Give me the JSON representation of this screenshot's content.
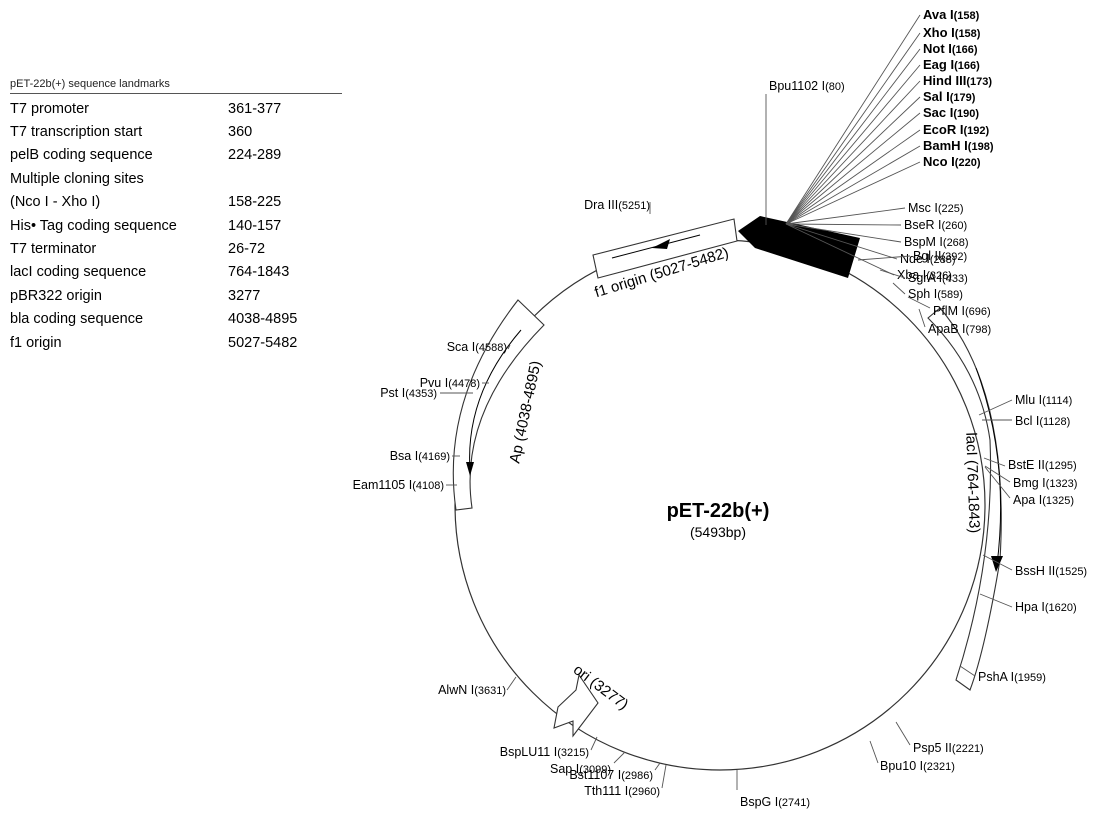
{
  "landmarks": {
    "caption": "pET-22b(+) sequence landmarks",
    "rows": [
      {
        "name": "T7 promoter",
        "value": "361-377"
      },
      {
        "name": "T7 transcription start",
        "value": "360"
      },
      {
        "name": "pelB coding sequence",
        "value": "224-289"
      },
      {
        "name": "Multiple cloning sites",
        "value": ""
      },
      {
        "name": "(Nco I - Xho I)",
        "value": "158-225"
      },
      {
        "name": "His• Tag coding sequence",
        "value": "140-157"
      },
      {
        "name": "T7 terminator",
        "value": "26-72"
      },
      {
        "name": "lacI coding sequence",
        "value": "764-1843"
      },
      {
        "name": "pBR322 origin",
        "value": "3277"
      },
      {
        "name": "bla coding sequence",
        "value": "4038-4895"
      },
      {
        "name": "f1 origin",
        "value": "5027-5482"
      }
    ]
  },
  "plasmid": {
    "name": "pET-22b(+)",
    "size": "(5493bp)"
  },
  "features": [
    {
      "label": "f1 origin (5027-5482)"
    },
    {
      "label": "Ap (4038-4895)"
    },
    {
      "label": "lacI (764-1843)"
    },
    {
      "label": "ori (3277)"
    }
  ],
  "sites_fan": [
    {
      "name": "Ava I",
      "pos": "(158)",
      "bold": true
    },
    {
      "name": "Xho I",
      "pos": "(158)",
      "bold": true
    },
    {
      "name": "Not I",
      "pos": "(166)",
      "bold": true
    },
    {
      "name": "Eag I",
      "pos": "(166)",
      "bold": true
    },
    {
      "name": "Hind III",
      "pos": "(173)",
      "bold": true
    },
    {
      "name": "Sal I",
      "pos": "(179)",
      "bold": true
    },
    {
      "name": "Sac I",
      "pos": "(190)",
      "bold": true
    },
    {
      "name": "EcoR I",
      "pos": "(192)",
      "bold": true
    },
    {
      "name": "BamH I",
      "pos": "(198)",
      "bold": true
    },
    {
      "name": "Nco I",
      "pos": "(220)",
      "bold": true
    },
    {
      "name": "Msc I",
      "pos": "(225)",
      "bold": false
    },
    {
      "name": "BseR I",
      "pos": "(260)",
      "bold": false
    },
    {
      "name": "BspM I",
      "pos": "(268)",
      "bold": false
    },
    {
      "name": "Nde I",
      "pos": "(288)",
      "bold": false
    },
    {
      "name": "Xba I",
      "pos": "(326)",
      "bold": false
    }
  ],
  "sites": [
    {
      "name": "Bpu1102 I",
      "pos": "(80)"
    },
    {
      "name": "Bgl II",
      "pos": "(392)"
    },
    {
      "name": "SgrA I",
      "pos": "(433)"
    },
    {
      "name": "Sph I",
      "pos": "(589)"
    },
    {
      "name": "PflM I",
      "pos": "(696)"
    },
    {
      "name": "ApaB I",
      "pos": "(798)"
    },
    {
      "name": "Mlu I",
      "pos": "(1114)"
    },
    {
      "name": "Bcl I",
      "pos": "(1128)"
    },
    {
      "name": "BstE II",
      "pos": "(1295)"
    },
    {
      "name": "Bmg I",
      "pos": "(1323)"
    },
    {
      "name": "Apa I",
      "pos": "(1325)"
    },
    {
      "name": "BssH II",
      "pos": "(1525)"
    },
    {
      "name": "Hpa I",
      "pos": "(1620)"
    },
    {
      "name": "PshA I",
      "pos": "(1959)"
    },
    {
      "name": "Psp5 II",
      "pos": "(2221)"
    },
    {
      "name": "Bpu10 I",
      "pos": "(2321)"
    },
    {
      "name": "BspG I",
      "pos": "(2741)"
    },
    {
      "name": "Tth111 I",
      "pos": "(2960)"
    },
    {
      "name": "Bst1107 I",
      "pos": "(2986)"
    },
    {
      "name": "Sap I",
      "pos": "(3099)"
    },
    {
      "name": "BspLU11 I",
      "pos": "(3215)"
    },
    {
      "name": "AlwN I",
      "pos": "(3631)"
    },
    {
      "name": "Eam1105 I",
      "pos": "(4108)"
    },
    {
      "name": "Bsa I",
      "pos": "(4169)"
    },
    {
      "name": "Pst I",
      "pos": "(4353)"
    },
    {
      "name": "Pvu I",
      "pos": "(4478)"
    },
    {
      "name": "Sca I",
      "pos": "(4588)"
    },
    {
      "name": "Dra III",
      "pos": "(5251)"
    }
  ]
}
